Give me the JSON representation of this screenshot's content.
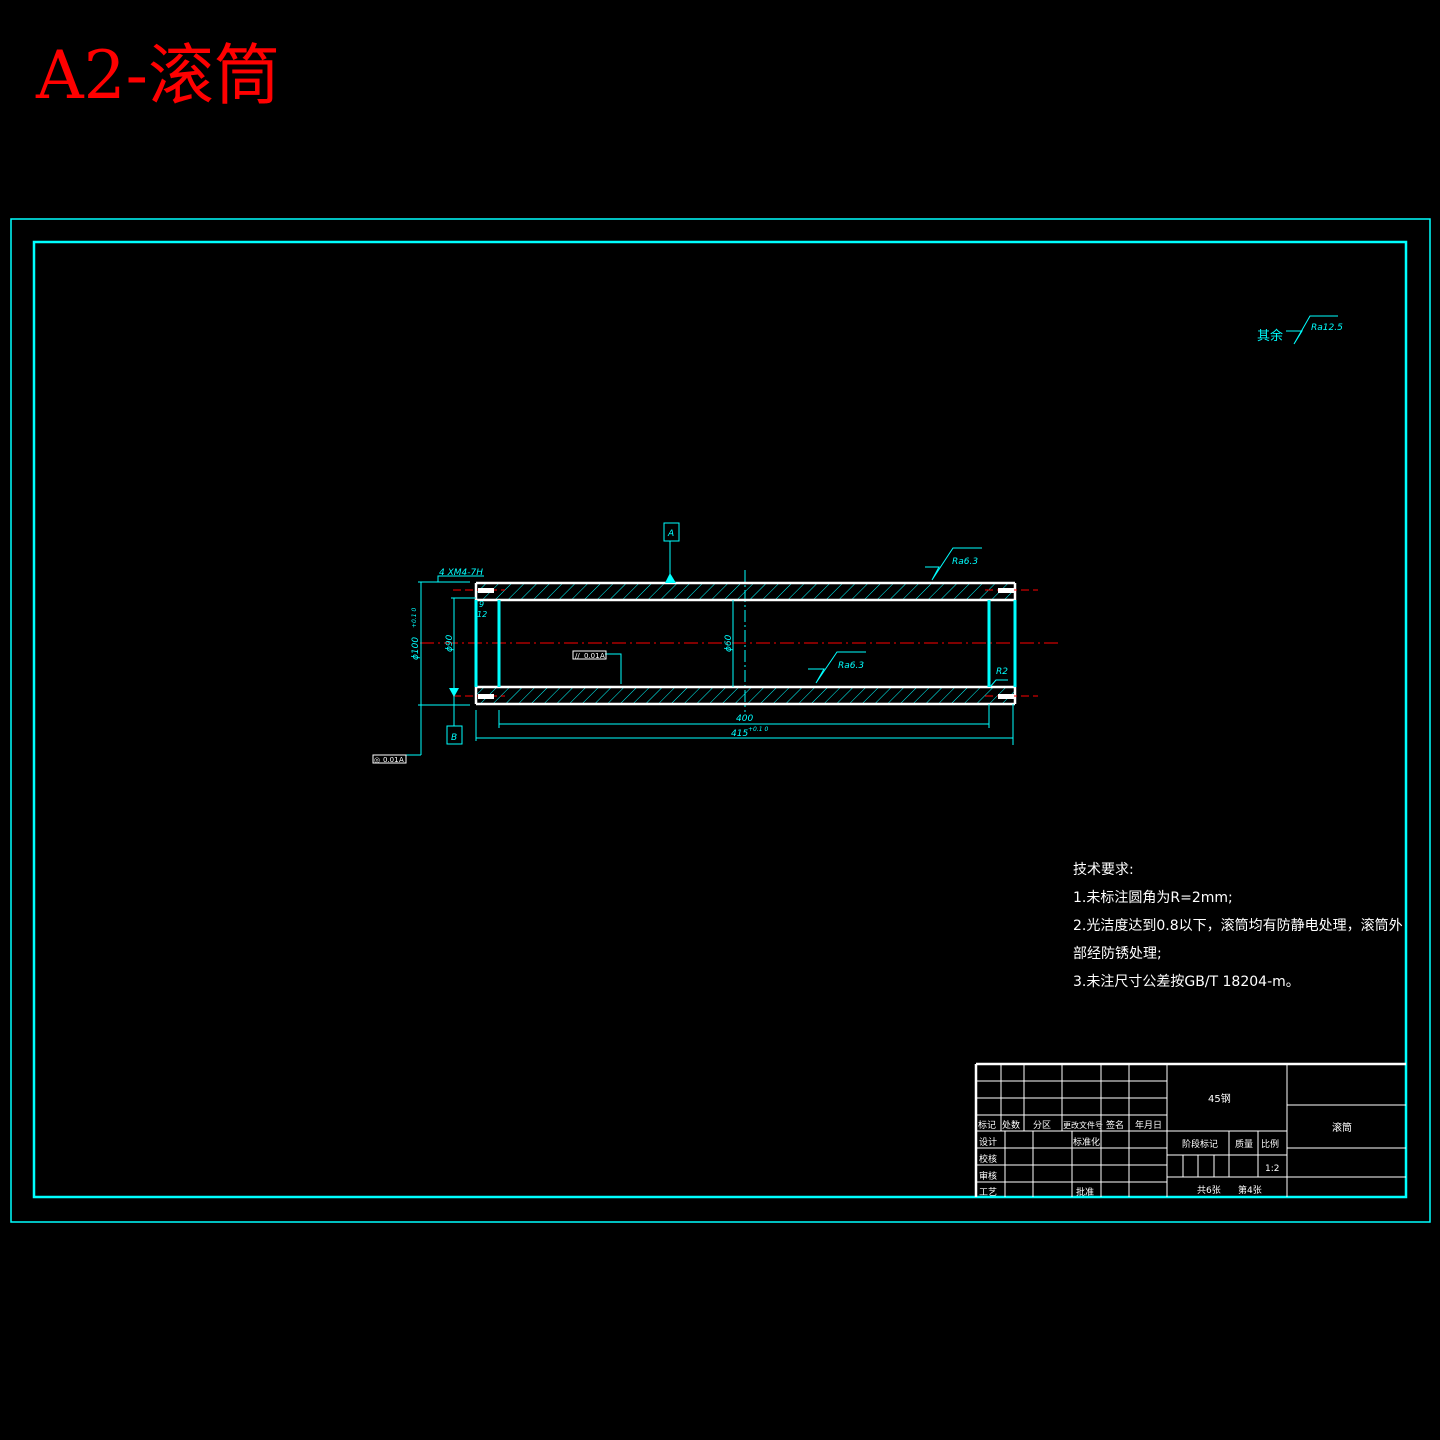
{
  "title": "A2-滚筒",
  "colors": {
    "background": "#000000",
    "frame": "#00ffff",
    "outline": "#ffffff",
    "centerline": "#ff0000",
    "title": "#ff0000"
  },
  "drawing": {
    "datum_a": "A",
    "datum_b": "B",
    "thread_note": "4 XM4-7H",
    "dim_outer_dia": "ϕ100",
    "dim_outer_tol": "+0.1 0",
    "dim_inner_dia": "ϕ90",
    "dim_bore_dia": "ϕ60",
    "dim_9": "9",
    "dim_12": "12",
    "dim_400": "400",
    "dim_415": "415",
    "dim_415_tol": "+0.1 0",
    "fillet": "R2",
    "roughness_top": "Ra6.3",
    "roughness_inner": "Ra6.3",
    "roughness_rest_label": "其余",
    "roughness_rest": "Ra12.5",
    "tol_parallel": [
      "//",
      "0.01",
      "A"
    ],
    "tol_runout": [
      "◎",
      "0.01",
      "A"
    ]
  },
  "tech_requirements": {
    "heading": "技术要求:",
    "lines": [
      "1.未标注圆角为R=2mm;",
      "2.光洁度达到0.8以下，滚筒均有防静电处理，滚筒外",
      "部经防锈处理;",
      "3.未注尺寸公差按GB/T 18204-m。"
    ]
  },
  "title_block": {
    "material": "45钢",
    "part_name": "滚筒",
    "header_row": [
      "标记",
      "处数",
      "分区",
      "更改文件号",
      "签名",
      "年月日"
    ],
    "design": "设计",
    "standardize": "标准化",
    "check": "校核",
    "review": "审核",
    "process": "工艺",
    "approve": "批准",
    "stage_mark": "阶段标记",
    "weight": "质量",
    "scale_label": "比例",
    "scale": "1:2",
    "sheets_total": "共6张",
    "sheet_no": "第4张"
  }
}
